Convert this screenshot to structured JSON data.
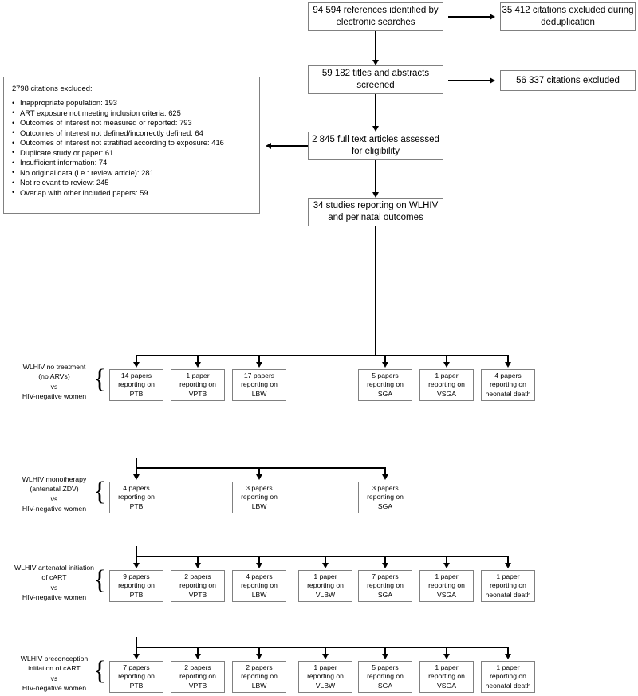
{
  "diagram": {
    "title": "PRISMA study selection flow diagram",
    "colors": {
      "line": "#000000",
      "box_border": "#808080",
      "background": "#ffffff"
    }
  },
  "flow": {
    "identification": "94 594 references identified by\nelectronic searches",
    "deduplication_excluded": "35 412 citations excluded during\ndeduplication",
    "screened": "59 182 titles and abstracts\nscreened",
    "screening_excluded": "56 337 citations excluded",
    "full_text": "2 845 full text articles assessed\nfor eligibility",
    "included": "34 studies reporting on WLHIV\nand perinatal outcomes"
  },
  "exclusions": {
    "title": "2798 citations excluded:",
    "items": [
      "Inappropriate population: 193",
      "ART exposure not meeting inclusion criteria: 625",
      "Outcomes of interest not measured or reported: 793",
      "Outcomes of interest not defined/incorrectly defined: 64",
      "Outcomes of interest not stratified according to exposure: 416",
      "Duplicate study or paper: 61",
      "Insufficient information: 74",
      "No original data (i.e.: review article): 281",
      "Not relevant to review: 245",
      "Overlap with other included papers: 59"
    ]
  },
  "groups": [
    {
      "label": "WLHIV no treatment\n(no ARVs)\nvs\nHIV-negative women",
      "cells": [
        {
          "col": 0,
          "text": "14 papers\nreporting on\nPTB"
        },
        {
          "col": 1,
          "text": "1 paper\nreporting on\nVPTB"
        },
        {
          "col": 2,
          "text": "17 papers\nreporting on\nLBW"
        },
        {
          "col": 4,
          "text": "5 papers\nreporting on\nSGA"
        },
        {
          "col": 5,
          "text": "1 paper\nreporting on\nVSGA"
        },
        {
          "col": 6,
          "text": "4 papers\nreporting on\nneonatal death"
        }
      ]
    },
    {
      "label": "WLHIV monotherapy\n(antenatal ZDV)\nvs\nHIV-negative women",
      "cells": [
        {
          "col": 0,
          "text": "4 papers\nreporting on\nPTB"
        },
        {
          "col": 2,
          "text": "3 papers\nreporting on\nLBW"
        },
        {
          "col": 4,
          "text": "3 papers\nreporting on\nSGA"
        }
      ]
    },
    {
      "label": "WLHIV antenatal initiation\nof cART\nvs\nHIV-negative women",
      "cells": [
        {
          "col": 0,
          "text": "9 papers\nreporting on\nPTB"
        },
        {
          "col": 1,
          "text": "2 papers\nreporting on\nVPTB"
        },
        {
          "col": 2,
          "text": "4 papers\nreporting on\nLBW"
        },
        {
          "col": 3,
          "text": "1 paper\nreporting on\nVLBW"
        },
        {
          "col": 4,
          "text": "7 papers\nreporting on\nSGA"
        },
        {
          "col": 5,
          "text": "1 paper\nreporting on\nVSGA"
        },
        {
          "col": 6,
          "text": "1 paper\nreporting on\nneonatal death"
        }
      ]
    },
    {
      "label": "WLHIV preconception\ninitiation of cART\nvs\nHIV-negative women",
      "cells": [
        {
          "col": 0,
          "text": "7 papers\nreporting on\nPTB"
        },
        {
          "col": 1,
          "text": "2 papers\nreporting on\nVPTB"
        },
        {
          "col": 2,
          "text": "2 papers\nreporting on\nLBW"
        },
        {
          "col": 3,
          "text": "1 paper\nreporting on\nVLBW"
        },
        {
          "col": 4,
          "text": "5 papers\nreporting on\nSGA"
        },
        {
          "col": 5,
          "text": "1 paper\nreporting on\nVSGA"
        },
        {
          "col": 6,
          "text": "1 paper\nreporting on\nneonatal death"
        }
      ]
    }
  ],
  "brace_glyph": "{"
}
